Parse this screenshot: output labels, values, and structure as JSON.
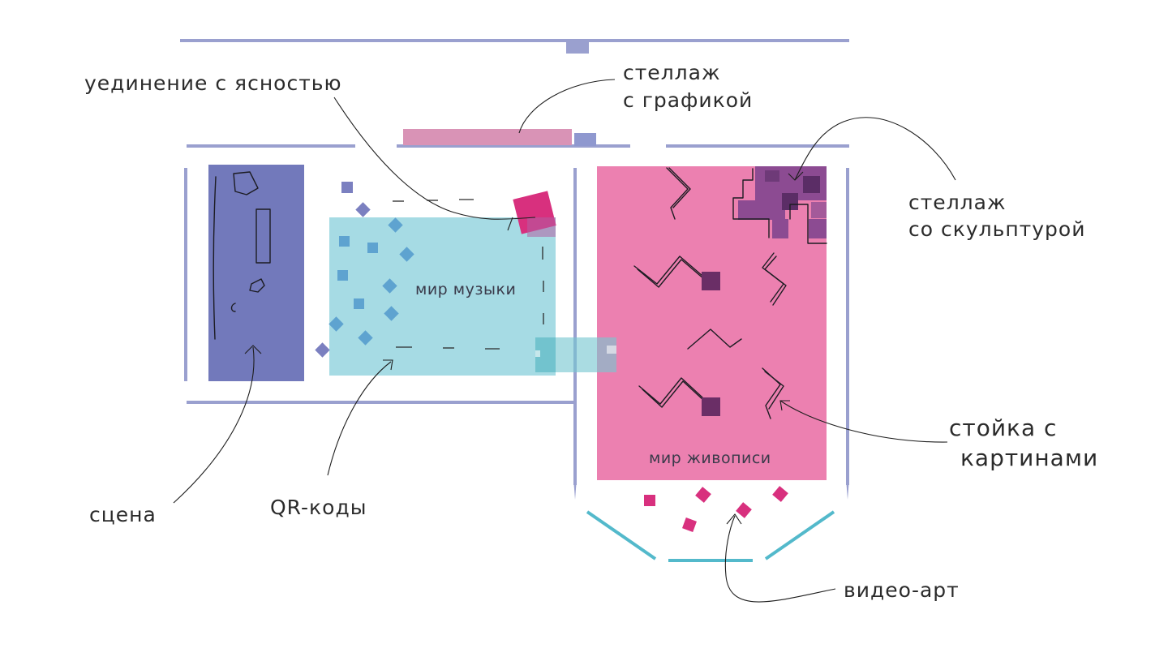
{
  "colors": {
    "wall": "#9aa0cf",
    "stage": "#7279bb",
    "music": "#a6dbe4",
    "music_squares": "#5ea3d0",
    "qr_blue": "#7b80c0",
    "painting": "#ec80b0",
    "sculpture": "#8c4b92",
    "sculpture_dark": "#5b2d66",
    "graphics_shelf": "#d993b6",
    "magenta": "#d8307e",
    "video": "#53b9cb",
    "connector": "#76c6d1"
  },
  "zones": {
    "music": "мир музыки",
    "painting": "мир живописи"
  },
  "annotations": {
    "solitude": "уединение с ясностью",
    "graphics_shelf_line1": "стеллаж",
    "graphics_shelf_line2": "с графикой",
    "sculpture_shelf_line1": "стеллаж",
    "sculpture_shelf_line2": "со скульптурой",
    "stage": "сцена",
    "qr_codes": "QR-коды",
    "painting_stand_line1": "стойка с",
    "painting_stand_line2": "картинами",
    "video_art": "видео-арт"
  }
}
